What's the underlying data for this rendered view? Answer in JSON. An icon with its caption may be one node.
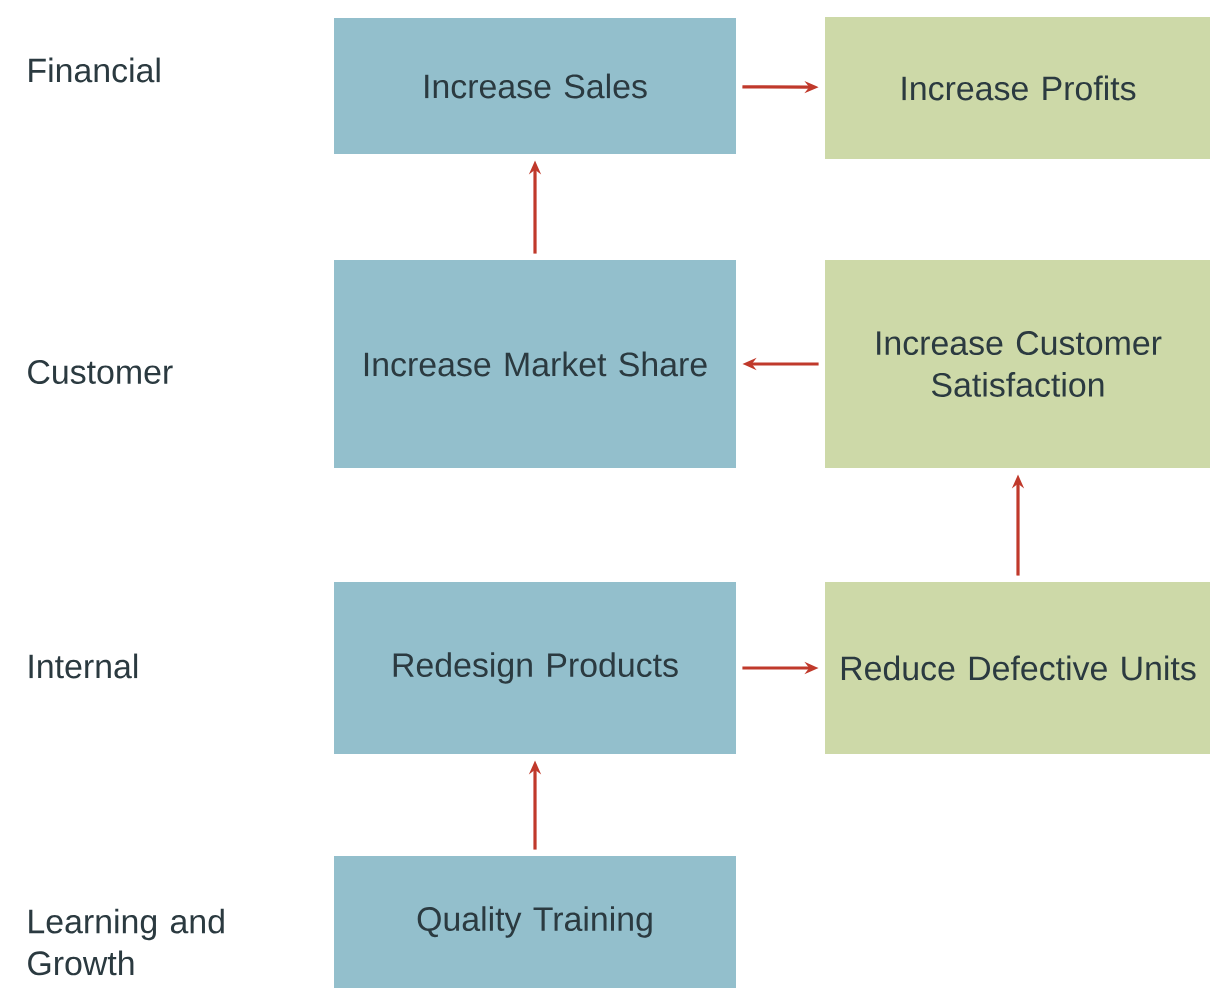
{
  "diagram": {
    "nodes": [
      {
        "text": [
          "Increase Sales"
        ]
      },
      {
        "text": [
          "Increase Profits"
        ]
      },
      {
        "text": [
          "Increase Market Share"
        ]
      },
      {
        "text": [
          "Increase Customer Satisfaction"
        ]
      },
      {
        "text": [
          "Redesign Products"
        ]
      },
      {
        "text": [
          "Reduce Defective Units"
        ]
      },
      {
        "text": [
          "Quality Training"
        ]
      }
    ],
    "edges": [
      {
        "from": 0,
        "to": 1,
        "arrow": "to"
      },
      {
        "from": 2,
        "to": 0,
        "arrow": "to"
      },
      {
        "from": 3,
        "to": 2,
        "arrow": "to"
      },
      {
        "from": 4,
        "to": 5,
        "arrow": "to"
      },
      {
        "from": 5,
        "to": 3,
        "arrow": "to"
      },
      {
        "from": 6,
        "to": 4,
        "arrow": "to"
      }
    ],
    "labels": [
      "Financial",
      "Customer",
      "Internal",
      "Learning and Growth"
    ]
  }
}
